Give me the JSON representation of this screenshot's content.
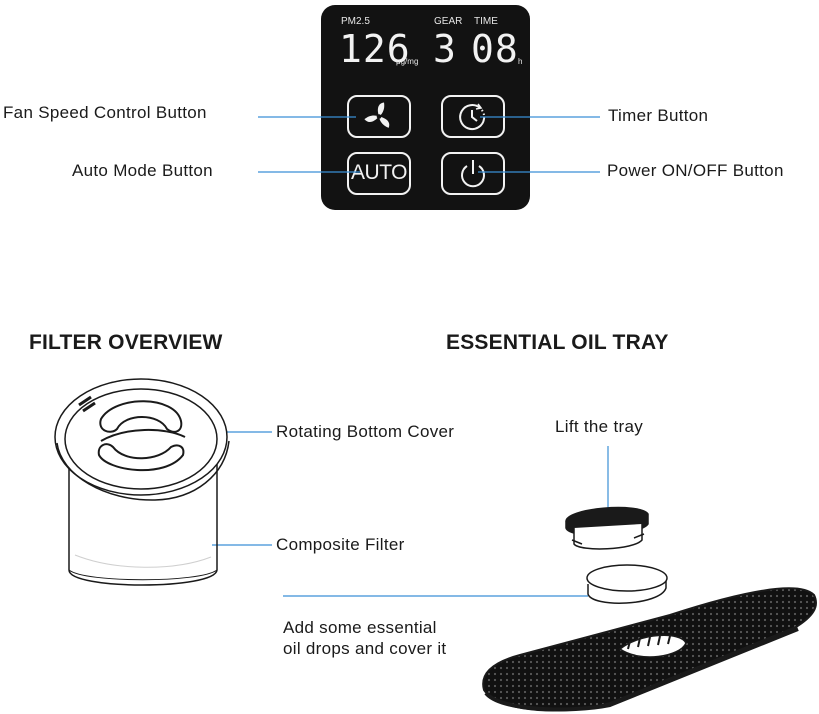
{
  "control_panel": {
    "labels": {
      "pm25": "PM2.5",
      "gear": "GEAR",
      "time": "TIME"
    },
    "readouts": {
      "pm25_value": "126",
      "pm25_unit": "μg/mg",
      "gear_value": "3",
      "time_value": "08",
      "time_unit": "h"
    },
    "buttons": {
      "auto_label": "AUTO"
    }
  },
  "callouts": {
    "fan_speed": "Fan Speed Control Button",
    "auto_mode": "Auto Mode Button",
    "timer": "Timer Button",
    "power": "Power ON/OFF Button"
  },
  "filter_overview": {
    "heading": "FILTER OVERVIEW",
    "rotating_cover": "Rotating Bottom Cover",
    "composite_filter": "Composite Filter"
  },
  "oil_tray": {
    "heading": "ESSENTIAL OIL TRAY",
    "lift": "Lift the tray",
    "add_line1": "Add some essential",
    "add_line2": "oil drops and cover it"
  },
  "colors": {
    "panel": "#121212",
    "leader_line": "#3a8fd6",
    "display_text": "#f2f2f2"
  }
}
